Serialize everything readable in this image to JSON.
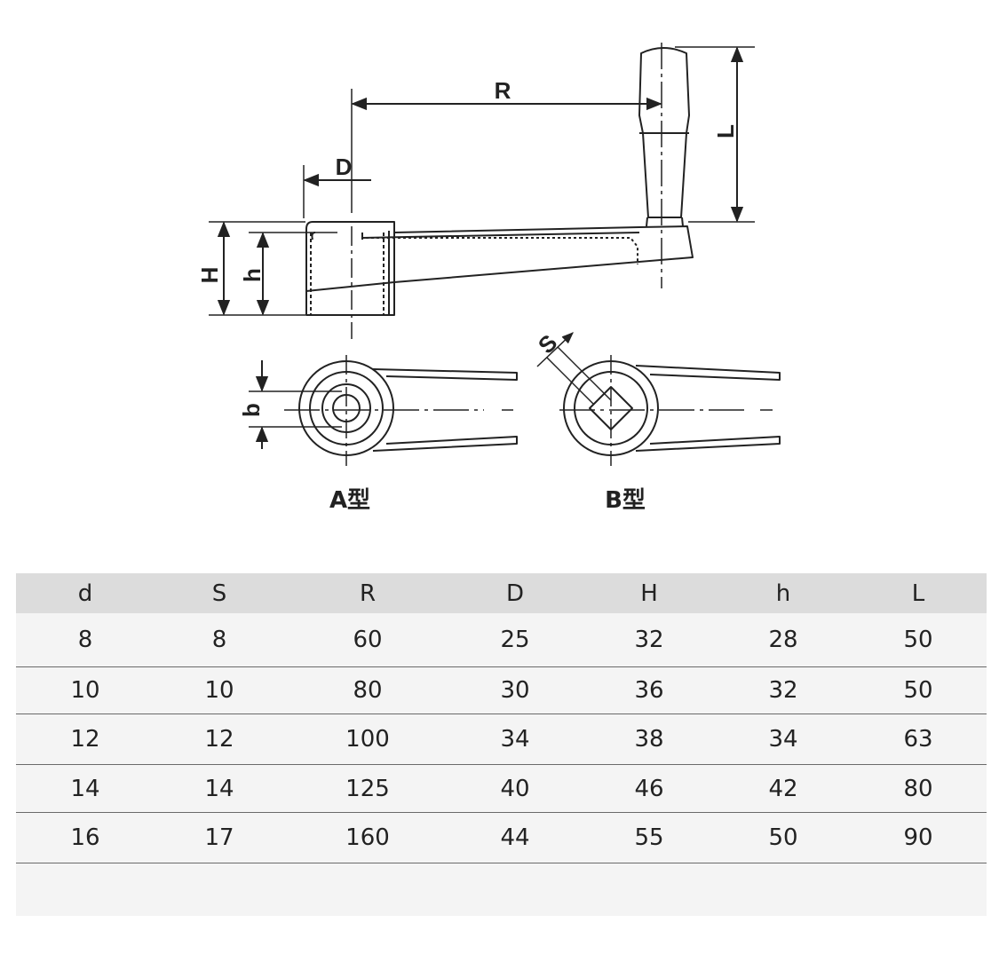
{
  "diagram": {
    "dimension_labels": {
      "R": "R",
      "L": "L",
      "D": "D",
      "H": "H",
      "h": "h",
      "b": "b",
      "S": "S"
    },
    "captions": {
      "type_a": "A型",
      "type_b": "B型"
    }
  },
  "table": {
    "headers": [
      "d",
      "S",
      "R",
      "D",
      "H",
      "h",
      "L"
    ],
    "rows": [
      [
        "8",
        "8",
        "60",
        "25",
        "32",
        "28",
        "50"
      ],
      [
        "10",
        "10",
        "80",
        "30",
        "36",
        "32",
        "50"
      ],
      [
        "12",
        "12",
        "100",
        "34",
        "38",
        "34",
        "63"
      ],
      [
        "14",
        "14",
        "125",
        "40",
        "46",
        "42",
        "80"
      ],
      [
        "16",
        "17",
        "160",
        "44",
        "55",
        "50",
        "90"
      ]
    ]
  }
}
